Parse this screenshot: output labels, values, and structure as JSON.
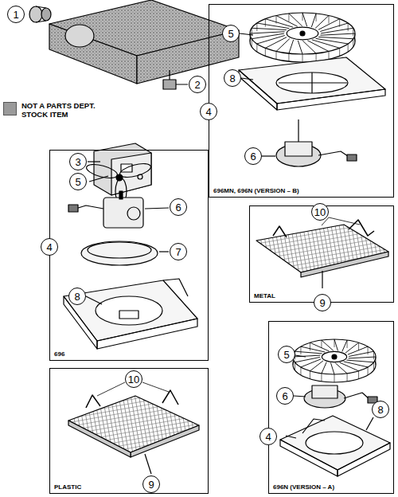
{
  "diagram": {
    "nodes": [
      {
        "text": [
          "696MN, 696N (VERSION – B)"
        ]
      },
      {
        "text": [
          "696"
        ]
      },
      {
        "text": [
          "METAL"
        ]
      },
      {
        "text": [
          "PLASTIC"
        ]
      },
      {
        "text": [
          "696N (VERSION – A)"
        ]
      }
    ],
    "labels": [
      "1",
      "2",
      "3",
      "5",
      "8",
      "4",
      "6",
      "5",
      "6",
      "7",
      "4",
      "8",
      "10",
      "9",
      "10",
      "9",
      "5",
      "6",
      "4",
      "8"
    ],
    "legend": [
      {
        "text": "NOT A PARTS DEPT. STOCK ITEM",
        "color": "#9a9a9a"
      }
    ]
  }
}
